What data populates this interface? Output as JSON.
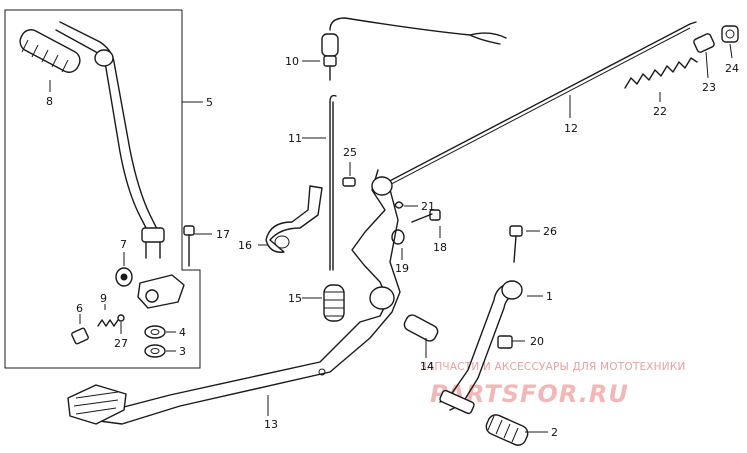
{
  "callouts": [
    {
      "id": "1",
      "text": "1"
    },
    {
      "id": "2",
      "text": "2"
    },
    {
      "id": "3",
      "text": "3"
    },
    {
      "id": "4",
      "text": "4"
    },
    {
      "id": "5",
      "text": "5"
    },
    {
      "id": "6",
      "text": "6"
    },
    {
      "id": "7",
      "text": "7"
    },
    {
      "id": "8",
      "text": "8"
    },
    {
      "id": "9",
      "text": "9"
    },
    {
      "id": "10",
      "text": "10"
    },
    {
      "id": "11",
      "text": "11"
    },
    {
      "id": "12",
      "text": "12"
    },
    {
      "id": "13",
      "text": "13"
    },
    {
      "id": "14",
      "text": "14"
    },
    {
      "id": "15",
      "text": "15"
    },
    {
      "id": "16",
      "text": "16"
    },
    {
      "id": "17",
      "text": "17"
    },
    {
      "id": "18",
      "text": "18"
    },
    {
      "id": "19",
      "text": "19"
    },
    {
      "id": "20",
      "text": "20"
    },
    {
      "id": "21",
      "text": "21"
    },
    {
      "id": "22",
      "text": "22"
    },
    {
      "id": "23",
      "text": "23"
    },
    {
      "id": "24",
      "text": "24"
    },
    {
      "id": "25",
      "text": "25"
    },
    {
      "id": "26",
      "text": "26"
    },
    {
      "id": "27",
      "text": "27"
    }
  ],
  "watermark": {
    "caption": "ЗАПЧАСТИ И АКСЕССУАРЫ ДЛЯ МОТОТЕХНИКИ",
    "logo": "PARTSFOR.RU",
    "color": "#f2b8b8"
  }
}
